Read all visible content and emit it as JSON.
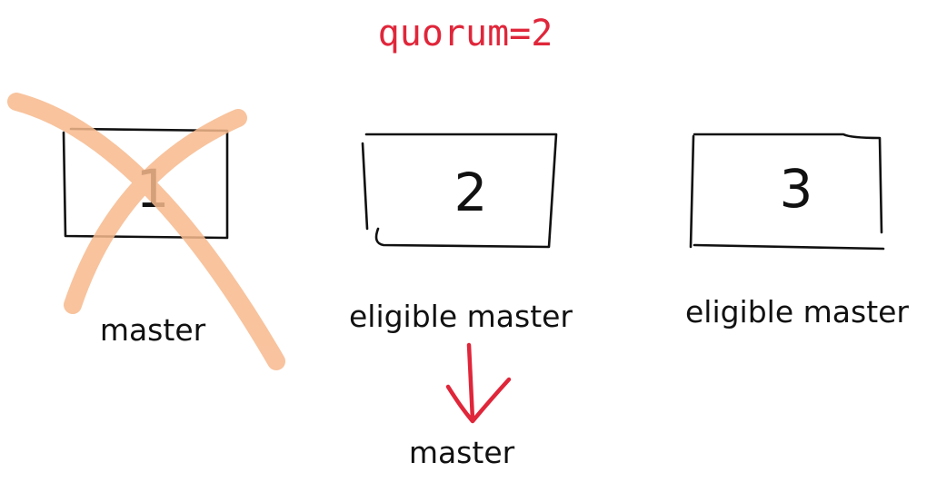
{
  "title": "quorum=2",
  "colors": {
    "accent": "#e0263a",
    "cross": "#f7b98d",
    "ink": "#111111",
    "background": "#ffffff"
  },
  "nodes": [
    {
      "id": "1",
      "role": "master",
      "failed": true
    },
    {
      "id": "2",
      "role": "eligible master",
      "failed": false
    },
    {
      "id": "3",
      "role": "eligible master",
      "failed": false
    }
  ],
  "promotion": {
    "from_node": "2",
    "result": "master"
  }
}
